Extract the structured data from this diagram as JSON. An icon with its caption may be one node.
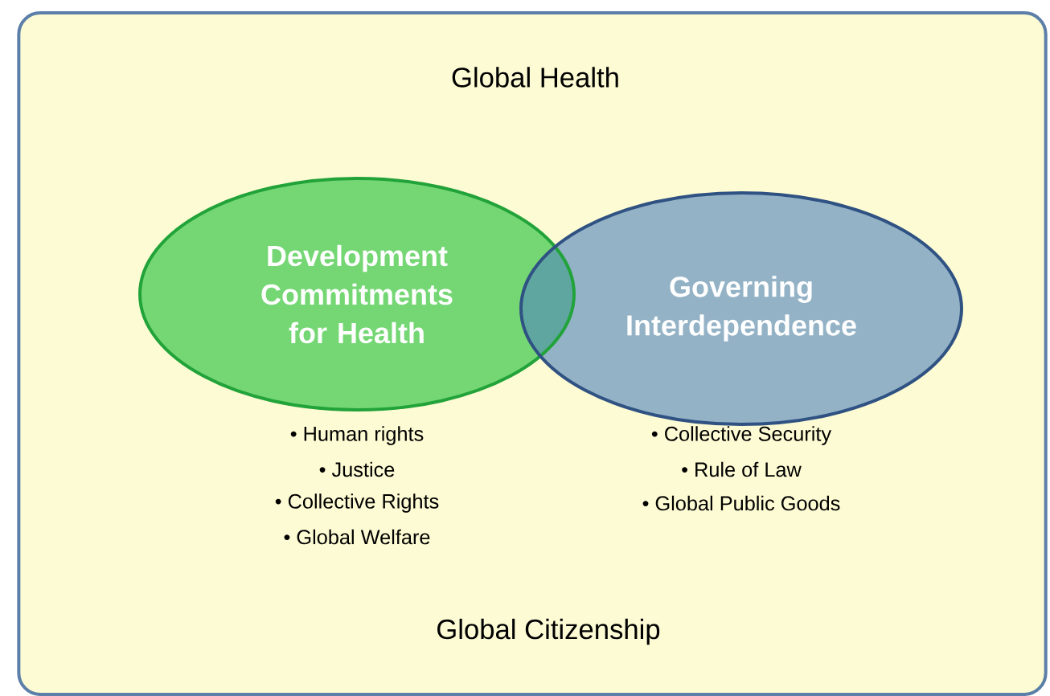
{
  "diagram": {
    "nodes": [
      {
        "text": [
          "Global Health",
          "Global Citizenship"
        ]
      },
      {
        "text": [
          "Development Commitments for Health"
        ],
        "in": 0,
        "beside": [
          "• Human rights",
          "• Justice",
          "• Collective Rights",
          "• Global Welfare"
        ]
      },
      {
        "text": [
          "Governing Interdependence"
        ],
        "in": 0,
        "beside": [
          "• Collective Security",
          "• Rule of Law",
          "• Global Public Goods"
        ]
      }
    ]
  }
}
